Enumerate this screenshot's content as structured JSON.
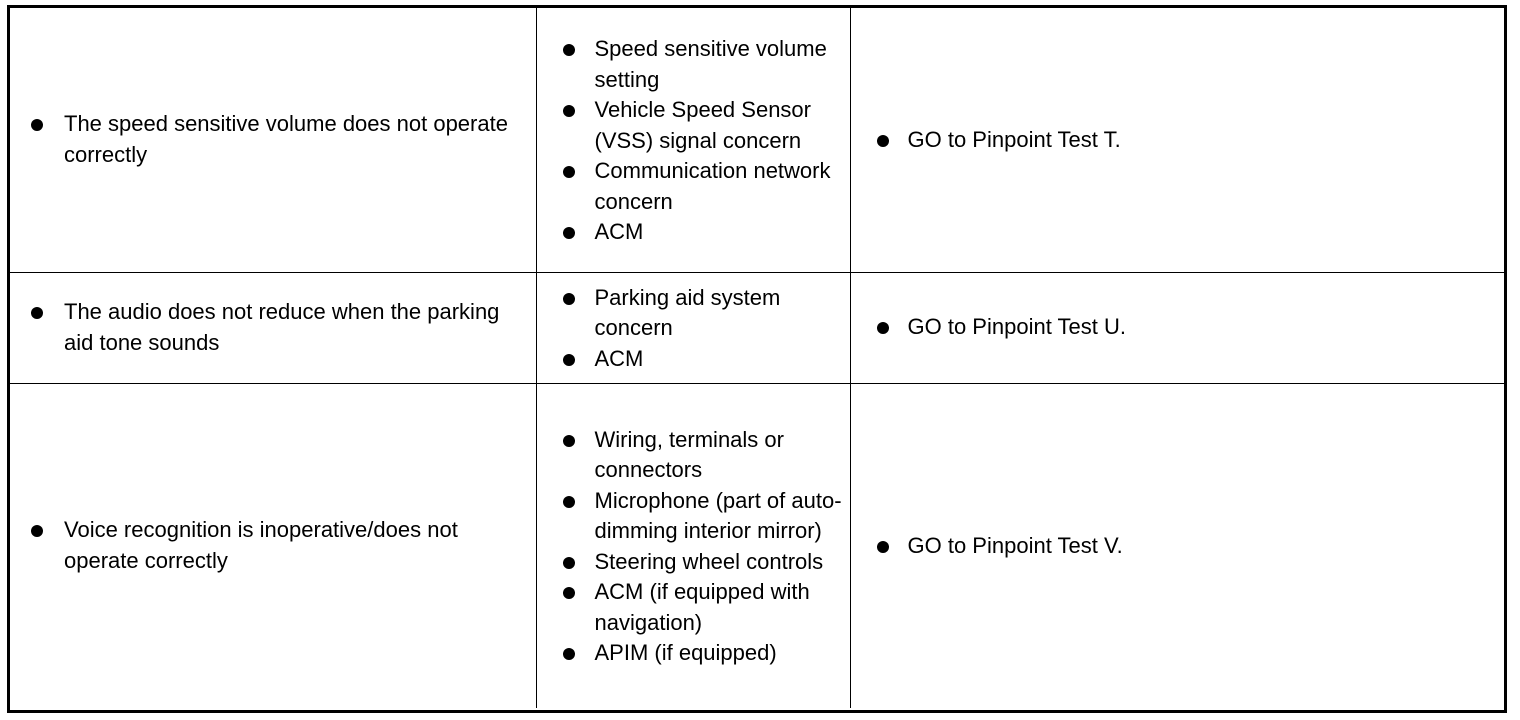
{
  "rows": [
    {
      "symptom": [
        "The speed sensitive volume does not operate correctly"
      ],
      "causes": [
        "Speed sensitive volume setting",
        "Vehicle Speed Sensor (VSS) signal concern",
        "Communication network concern",
        "ACM"
      ],
      "action": [
        "GO to Pinpoint Test T."
      ]
    },
    {
      "symptom": [
        "The audio does not reduce when the parking aid tone sounds"
      ],
      "causes": [
        "Parking aid system concern",
        "ACM"
      ],
      "action": [
        "GO to Pinpoint Test U."
      ]
    },
    {
      "symptom": [
        "Voice recognition is inoperative/does not operate correctly"
      ],
      "causes": [
        "Wiring, terminals or connectors",
        "Microphone (part of auto-dimming interior mirror)",
        "Steering wheel controls",
        "ACM (if equipped with navigation)",
        "APIM (if equipped)"
      ],
      "action": [
        "GO to Pinpoint Test V."
      ]
    }
  ]
}
